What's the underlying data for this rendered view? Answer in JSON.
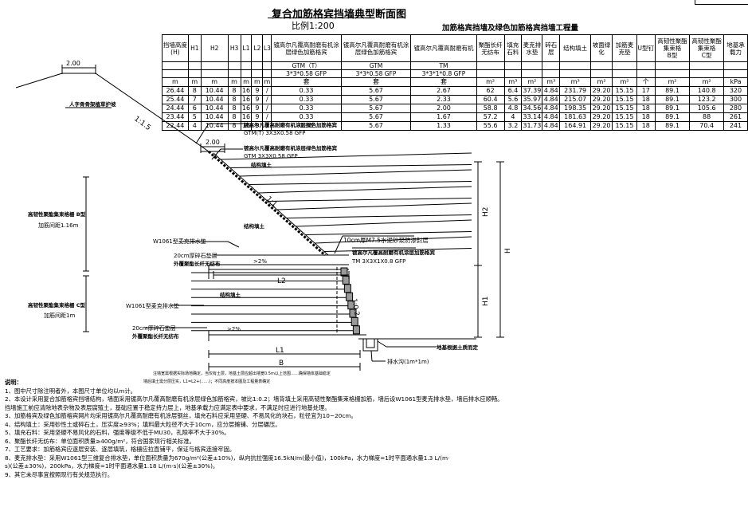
{
  "header": {
    "title": "复合加筋格宾挡墙典型断面图",
    "scale": "比例1:200",
    "table_title": "加筋格宾挡墙及绿色加筋格宾挡墙工程量"
  },
  "table": {
    "h_main": [
      "挡墙高度(H)",
      "H1",
      "H2",
      "H3",
      "L1",
      "L2",
      "L3"
    ],
    "h_gtmt": "镀高尔凡覆高耐磨有机涂层绿色加筋格宾",
    "h_gtm": "镀高尔凡覆高耐磨有机涂层绿色加筋格宾",
    "h_tm": "镀高尔凡覆高耐磨有机",
    "h_rest": [
      "聚酯长纤无纺布",
      "填充石料",
      "麦克排水垫",
      "碎石层",
      "结构填土",
      "坡面绿化",
      "加筋麦克垫",
      "U型钉"
    ],
    "h_b": "高韧性聚酯集束格",
    "h_b2": "B型",
    "h_c": "高韧性聚酯集束格",
    "h_c2": "C型",
    "h_last": "地基承载力",
    "sub_gtmt": "GTM（T）",
    "sub_gtmt2": "3*3*0.58 GFP",
    "sub_gtm": "GTM",
    "sub_gtm2": "3*3*0.58 GFP",
    "sub_tm": "TM",
    "sub_tm2": "3*3*1*0.8 GFP",
    "units": [
      "m",
      "m",
      "m",
      "m",
      "m",
      "m",
      "m",
      "套",
      "套",
      "套",
      "m²",
      "m³",
      "m²",
      "m³",
      "m³",
      "m²",
      "m²",
      "个",
      "m²",
      "m²",
      "kPa"
    ],
    "rows": [
      [
        "26.44",
        "8",
        "10.44",
        "8",
        "16",
        "9",
        "/",
        "0.33",
        "5.67",
        "2.67",
        "62",
        "6.4",
        "37.39",
        "4.84",
        "231.79",
        "29.20",
        "15.15",
        "17",
        "89.1",
        "140.8",
        "320"
      ],
      [
        "25.44",
        "7",
        "10.44",
        "8",
        "16",
        "9",
        "/",
        "0.33",
        "5.67",
        "2.33",
        "60.4",
        "5.6",
        "35.97",
        "4.84",
        "215.07",
        "29.20",
        "15.15",
        "18",
        "89.1",
        "123.2",
        "300"
      ],
      [
        "24.44",
        "6",
        "10.44",
        "8",
        "16",
        "9",
        "/",
        "0.33",
        "5.67",
        "2.00",
        "58.8",
        "4.8",
        "34.56",
        "4.84",
        "198.35",
        "29.20",
        "15.15",
        "18",
        "89.1",
        "105.6",
        "280"
      ],
      [
        "23.44",
        "5",
        "10.44",
        "8",
        "16",
        "9",
        "/",
        "0.33",
        "5.67",
        "1.67",
        "57.2",
        "4",
        "33.14",
        "4.84",
        "181.63",
        "29.20",
        "15.15",
        "18",
        "89.1",
        "88",
        "261"
      ],
      [
        "22.44",
        "4",
        "10.44",
        "8",
        "16",
        "9",
        "/",
        "0.33",
        "5.67",
        "1.33",
        "55.6",
        "3.2",
        "31.73",
        "4.84",
        "164.91",
        "29.20",
        "15.15",
        "18",
        "89.1",
        "70.4",
        "241"
      ]
    ]
  },
  "diagram": {
    "dim_top": "2.00",
    "slope_top": "1:1.5",
    "walk": "人字骨骨架植草护坡",
    "dim_mid": "2.00",
    "lbl_gtmt": "镀高尔凡覆高耐磨有机涂层绿色加筋格宾",
    "lbl_gtmt2": "GTM(T) 3X3X0.58 GFP",
    "lbl_gtm": "镀高尔凡覆高耐磨有机涂层绿色加筋格宾",
    "lbl_gtm2": "GTM 3X3X0.58 GFP",
    "lbl_soil": "结构填土",
    "slope_mid": "1:1",
    "lbl_fill": "结构填土",
    "lbl_b1": "高韧性聚酯集束格栅 B型",
    "lbl_b2": "加筋间距1.16m",
    "lbl_w1": "W1061型麦克排水垫",
    "lbl_gravel1": "20cm厚碎石垫层",
    "lbl_geo1": "外覆聚酯长纤无纺布",
    "pct1": ">2%",
    "lbl_mortar": "10cm厚M7.5水泥砂浆防渗封层",
    "lbl_tm": "镀高尔凡覆高耐磨有机涂层加筋格宾",
    "lbl_tm2": "TM 3X3X1X0.8 GFP",
    "dim_l2": "L2",
    "lbl_c1": "高韧性聚酯集束格栅 C型",
    "lbl_c2": "加筋间距1m",
    "lbl_soil3": "结构填土",
    "slope_low": "1:0.2",
    "lbl_w2": "W1061型麦克排水垫",
    "lbl_gravel2": "20cm厚碎石垫层",
    "lbl_geo2": "外覆聚酯长纤无纺布",
    "pct2": ">2%",
    "dim_l1": "L1",
    "dim_b": "B",
    "dim_h2": "H2",
    "dim_h1": "H1",
    "dim_h": "H",
    "lbl_found": "地基根据土质而定",
    "lbl_ditch": "排水沟(1m*1m)",
    "foot1": "注墙宽需根据实际场地确定，当仅有土层，地基土层应超出墙宽0.5m以上范围……确保墙体基础稳定",
    "foot2": "墙后填土需分层压实，L1=L2+(……)；不同高度按本图及工程量表确定"
  },
  "notes": [
    "说明：",
    "1、图中尺寸除注明者外，本图尺寸单位均以m计。",
    "2、本设计采用复合加筋格宾挡墙结构，墙面采用镀高尔凡覆高耐磨有机涂层绿色加筋格宾，坡比1:0.2；墙背填土采用高韧性聚酯集束格栅加筋，墙后设W1061型麦克排水垫，墙后排水应顺畅。",
    "   挡墙施工前应清除地表杂物及表层腐殖土，基础应置于稳定持力层上，地基承载力应满足表中要求，不满足时应进行地基处理。",
    "3、加筋格宾及绿色加筋格宾网片均采用镀高尔凡覆高耐磨有机涂层钢丝，填充石料应采用坚硬、不易风化的块石，粒径宜为10~20cm。",
    "4、结构填土：采用砂性土或碎石土，压实度≥93%；填料最大粒径不大于10cm，应分层摊铺、分层碾压。",
    "5、填充石料：采用坚硬不易风化的石料，强度等级不低于MU30，孔隙率不大于30%。",
    "6、聚酯长纤无纺布：单位面积质量≥400g/m²，符合国家现行相关标准。",
    "7、工艺要求：加筋格宾应逐层安装、逐层填筑，格栅应拉直铺平，保证与格宾连接牢固。",
    "8、麦克排水垫：采用W1061型三维复合排水垫，单位面积质量为670g/m²(公差±10%)，纵向抗拉强度16.5kN/m(最小值)，100kPa，水力梯度=1时平面通水量1.3 L/(m·",
    "   s)(公差±30%)，200kPa，水力梯度=1时平面通水量1.18 L/(m·s)(公差±30%)。",
    "9、其它未尽事宜按照现行有关规范执行。"
  ]
}
